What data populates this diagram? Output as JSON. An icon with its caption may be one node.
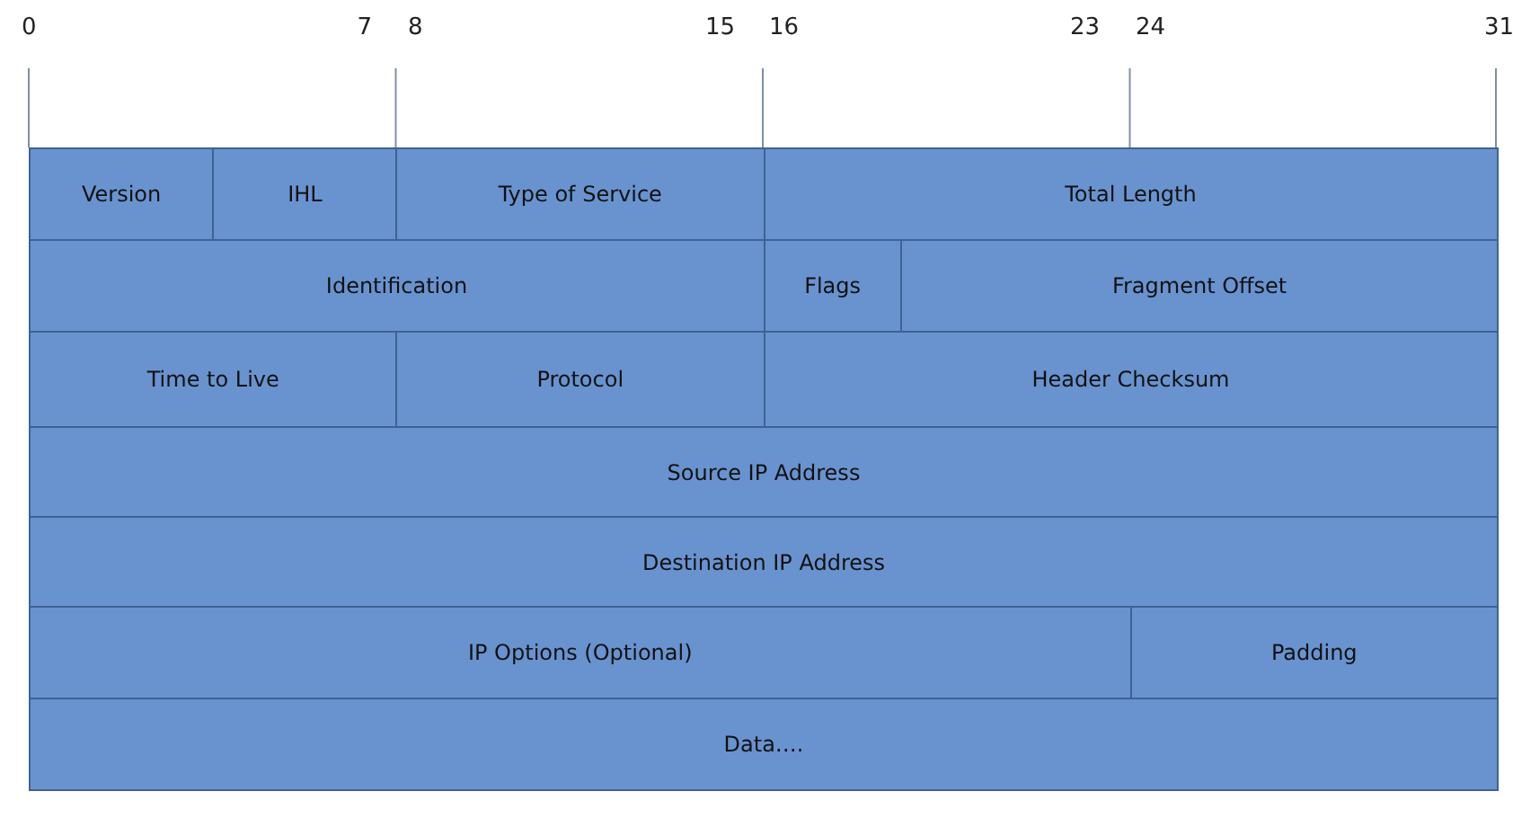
{
  "diagram": {
    "nodes": [
      {
        "text": [
          "Version"
        ]
      },
      {
        "text": [
          "IHL"
        ]
      },
      {
        "text": [
          "Type of Service"
        ]
      },
      {
        "text": [
          "Total Length"
        ]
      },
      {
        "text": [
          "Identification"
        ]
      },
      {
        "text": [
          "Flags"
        ]
      },
      {
        "text": [
          "Fragment Offset"
        ]
      },
      {
        "text": [
          "Time to Live"
        ]
      },
      {
        "text": [
          "Protocol"
        ]
      },
      {
        "text": [
          "Header Checksum"
        ]
      },
      {
        "text": [
          "Source IP Address"
        ]
      },
      {
        "text": [
          "Destination IP Address"
        ]
      },
      {
        "text": [
          "IP Options (Optional)"
        ]
      },
      {
        "text": [
          "Padding"
        ]
      },
      {
        "text": [
          "Data…."
        ]
      }
    ],
    "labels": [
      "0",
      "7",
      "8",
      "15",
      "16",
      "23",
      "24",
      "31"
    ]
  }
}
